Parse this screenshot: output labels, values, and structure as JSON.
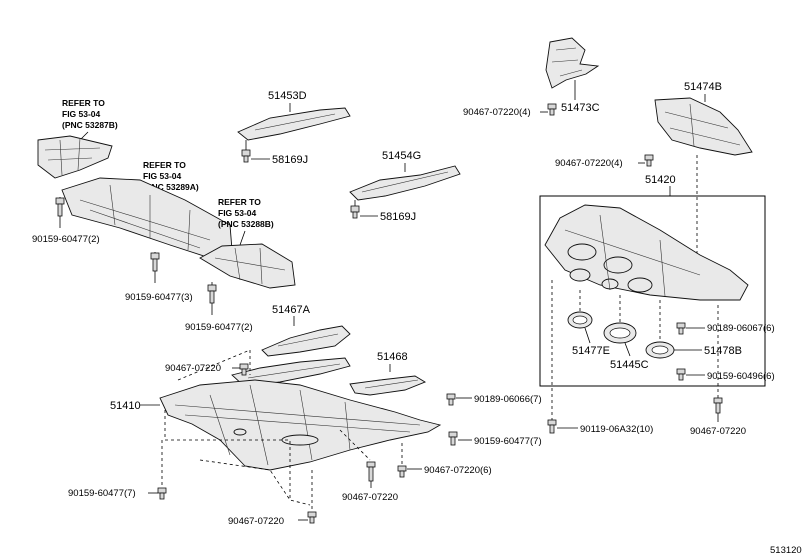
{
  "refer_notes": {
    "a": {
      "l1": "REFER TO",
      "l2": "FIG 53-04",
      "l3": "(PNC 53287B)"
    },
    "b": {
      "l1": "REFER TO",
      "l2": "FIG 53-04",
      "l3": "(PNC 53289A)"
    },
    "c": {
      "l1": "REFER TO",
      "l2": "FIG 53-04",
      "l3": "(PNC 53288B)"
    }
  },
  "parts": {
    "p51453D": "51453D",
    "p58169J_a": "58169J",
    "p51454G": "51454G",
    "p58169J_b": "58169J",
    "p51473C": "51473C",
    "p51474B": "51474B",
    "p51420": "51420",
    "p51467A": "51467A",
    "p51468": "51468",
    "p51410": "51410",
    "p51477E": "51477E",
    "p51445C": "51445C",
    "p51478B": "51478B"
  },
  "fasteners": {
    "f1": "90159-60477(2)",
    "f2": "90159-60477(3)",
    "f3": "90159-60477(2)",
    "f4": "90467-07220",
    "f5": "90467-07220(4)",
    "f6": "90467-07220(4)",
    "f7": "90189-06067(6)",
    "f8": "90159-60496(6)",
    "f9": "90467-07220",
    "f10": "90119-06A32(10)",
    "f11": "90189-06066(7)",
    "f12": "90159-60477(7)",
    "f13": "90467-07220(6)",
    "f14": "90467-07220",
    "f15": "90159-60477(7)",
    "f16": "90467-07220"
  },
  "figure_id": "513120"
}
